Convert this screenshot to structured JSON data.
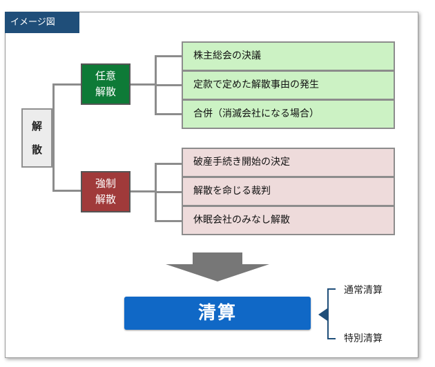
{
  "header_tag": "イメージ図",
  "root": {
    "char1": "解",
    "char2": "散"
  },
  "voluntary": {
    "line1": "任意",
    "line2": "解散",
    "items": [
      "株主総会の決議",
      "定款で定めた解散事由の発生",
      "合併（消滅会社になる場合）"
    ]
  },
  "forced": {
    "line1": "強制",
    "line2": "解散",
    "items": [
      "破産手続き開始の決定",
      "解散を命じる裁判",
      "休眠会社のみなし解散"
    ]
  },
  "result": "清算",
  "result_types": [
    "通常清算",
    "特別清算"
  ],
  "colors": {
    "tag": "#1f4e79",
    "voluntary": "#0e7a37",
    "forced": "#a03a3a",
    "result": "#1068c6",
    "leaf_green": "#ccf2c4",
    "leaf_pink": "#eedbdb"
  }
}
